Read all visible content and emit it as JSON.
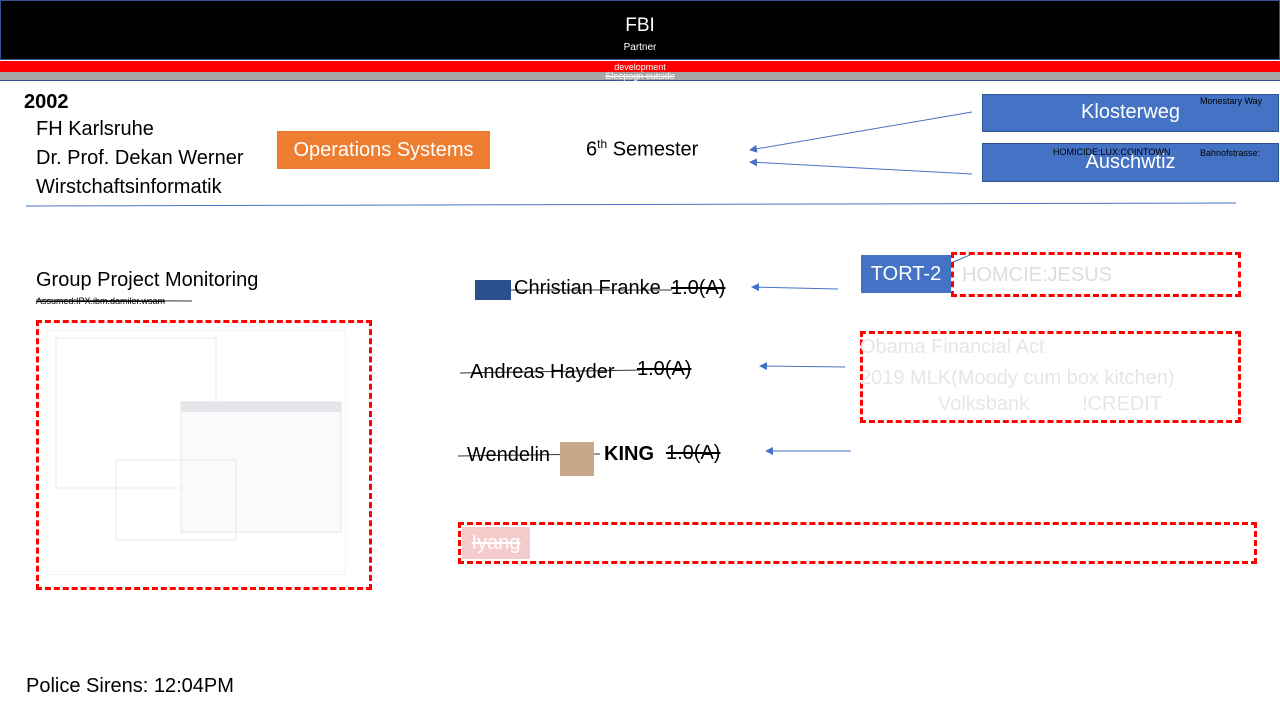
{
  "header": {
    "title": "FBI",
    "subtitle": "Partner",
    "red_band_text": "development",
    "grey_band_text": "Sleepogn outside"
  },
  "info": {
    "year": "2002",
    "lines": [
      "FH Karlsruhe",
      "Dr. Prof. Dekan Werner",
      "Wirstchaftsinformatik"
    ]
  },
  "operations_button": "Operations Systems",
  "semester": {
    "number": "6",
    "suffix": "th",
    "label": "Semester"
  },
  "locations": {
    "kloster": {
      "label": "Klosterweg",
      "note": "Monestary Way"
    },
    "auschwitz": {
      "label": "Auschwtiz",
      "note1": "HOMICIDE:LUX:COINTOWN",
      "note2": "Bahnofstrasse:"
    }
  },
  "group_project": {
    "title": "Group Project Monitoring",
    "subtitle": "Assumed:IPX.ibm.damiler.wsam"
  },
  "students": [
    {
      "name": "Christian Franke",
      "grade": "1.0(A)"
    },
    {
      "name": "Andreas Hayder",
      "grade": "1.0(A)"
    },
    {
      "name": "Wendelin",
      "name_bold": "KING",
      "grade": "1.0(A)"
    }
  ],
  "tort_label": "TORT-2",
  "homcie_text": "HOMCIE:JESUS",
  "obama_box": {
    "line1": "Obama Financial Act",
    "line2": "2019 MLK(Moody cum box kitchen)",
    "line3a": "Volksbank",
    "line3b": "!CREDIT"
  },
  "iyang_label": "Iyang",
  "footer": "Police Sirens: 12:04PM",
  "colors": {
    "accent_orange": "#ed7d31",
    "accent_blue": "#4472c4",
    "alert_red": "#ff0000",
    "header_black": "#000000"
  }
}
